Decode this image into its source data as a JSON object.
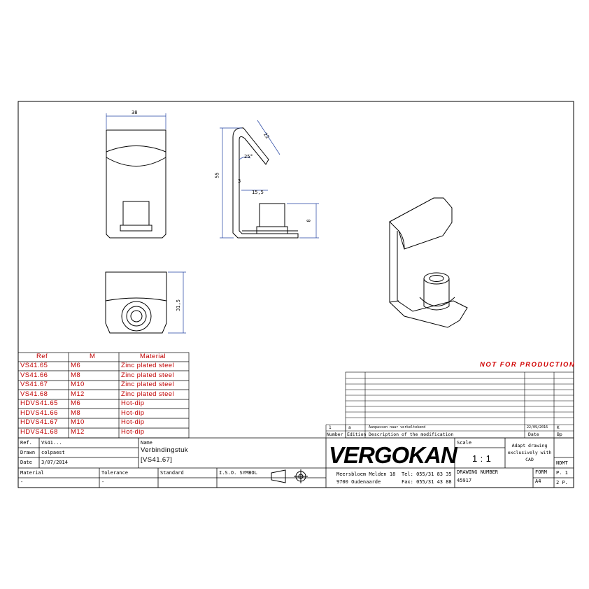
{
  "drawing": {
    "dimensions": {
      "width_top": "38",
      "height_side": "55",
      "leg_length": "22",
      "angle": "25°",
      "thickness": "3",
      "offset": "15,5",
      "boss_height": "8",
      "depth_bottom": "31,5"
    }
  },
  "ref_table": {
    "headers": [
      "Ref",
      "M",
      "Material"
    ],
    "rows": [
      [
        "VS41.65",
        "M6",
        "Zinc plated steel"
      ],
      [
        "VS41.66",
        "M8",
        "Zinc plated steel"
      ],
      [
        "VS41.67",
        "M10",
        "Zinc plated steel"
      ],
      [
        "VS41.68",
        "M12",
        "Zinc plated steel"
      ],
      [
        "HDVS41.65",
        "M6",
        "Hot-dip"
      ],
      [
        "HDVS41.66",
        "M8",
        "Hot-dip"
      ],
      [
        "HDVS41.67",
        "M10",
        "Hot-dip"
      ],
      [
        "HDVS41.68",
        "M12",
        "Hot-dip"
      ]
    ]
  },
  "stamp": "NOT FOR PRODUCTION",
  "revision": {
    "number": "1",
    "edition": "a",
    "description": "Aanpassen naar verkeltekend",
    "date": "22/09/2016",
    "by": "K",
    "number_label": "Number",
    "edition_label": "Edition",
    "description_label": "Description of the modification",
    "date_label": "Date",
    "by_label": "Bp"
  },
  "title_block": {
    "ref_label": "Ref.",
    "ref_value": "VS41...",
    "drawn_label": "Drawn",
    "drawn_value": "colpaest",
    "date_label": "Date",
    "date_value": "3/07/2014",
    "name_label": "Name",
    "name_value": "Verbindingstuk",
    "name_ref": "[VS41.67]",
    "material_label": "Material",
    "material_value": "-",
    "tolerance_label": "Tolerance",
    "tolerance_value": "-",
    "standard_label": "Standard",
    "iso_label": "I.S.O. SYMBOL",
    "company": "VERGOKAN",
    "address1": "Meersbloem Melden 18",
    "address2": "9700 Oudenaarde",
    "tel": "Tel: 055/31 83 35",
    "fax": "Fax: 055/31 43 88",
    "scale_label": "Scale",
    "scale_value": "1 : 1",
    "note": "Adapt drawing exclusively with CAD",
    "ndmt": "NDMT",
    "drawing_number_label": "DRAWING NUMBER",
    "drawing_number": "45917",
    "form_label": "FORM",
    "form_value": "A4",
    "page": "P. 1",
    "pages": "2  P."
  }
}
